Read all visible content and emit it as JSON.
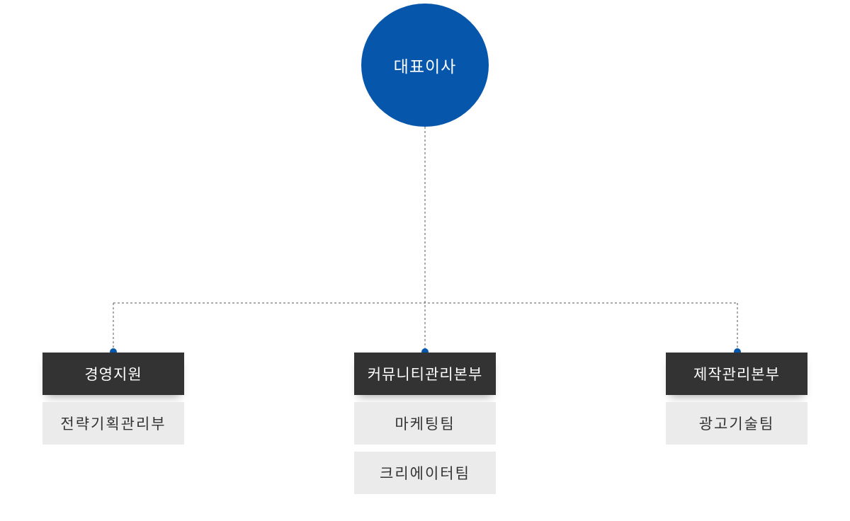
{
  "ceo": {
    "label": "대표이사"
  },
  "departments": [
    {
      "label": "경영지원",
      "teams": [
        "전략기획관리부"
      ]
    },
    {
      "label": "커뮤니티관리본부",
      "teams": [
        "마케팅팀",
        "크리에이터팀"
      ]
    },
    {
      "label": "제작관리본부",
      "teams": [
        "광고기술팀"
      ]
    }
  ],
  "colors": {
    "accent": "#0656ab",
    "department_bg": "#333333",
    "team_bg": "#ebebeb",
    "connector": "#555555"
  }
}
